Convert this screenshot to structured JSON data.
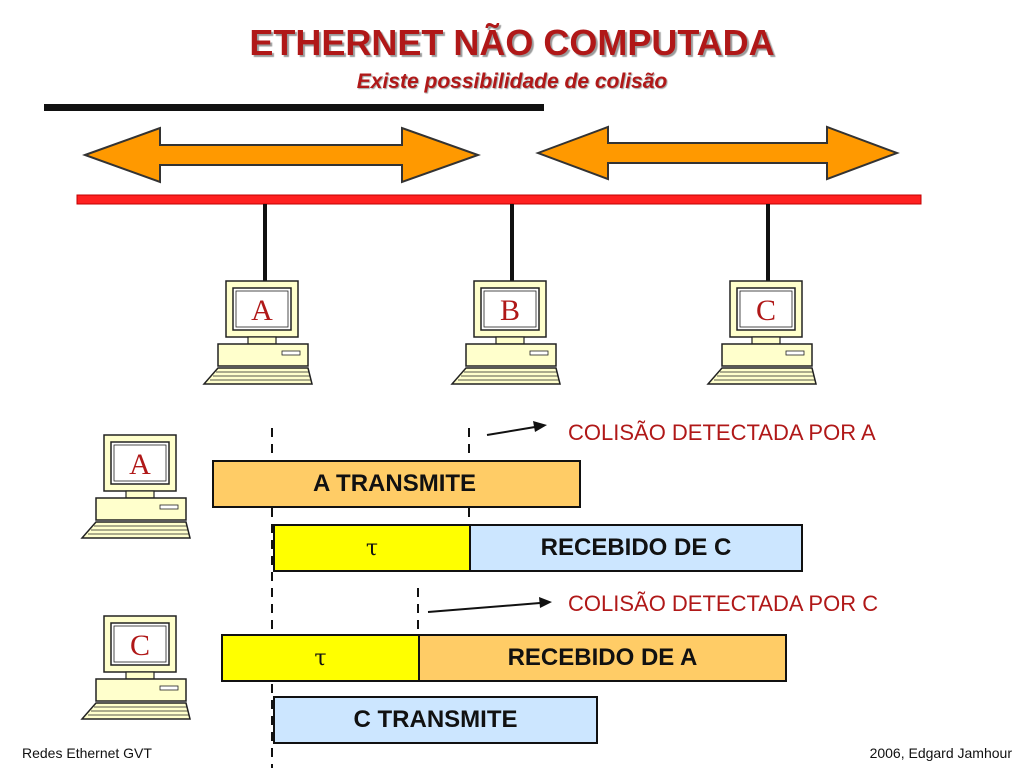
{
  "title": "ETHERNET NÃO COMPUTADA",
  "subtitle": "Existe possibilidade de colisão",
  "stations": [
    {
      "label": "A"
    },
    {
      "label": "B"
    },
    {
      "label": "C"
    }
  ],
  "timeline": {
    "station_a_label": "A",
    "station_c_label": "C",
    "a_transmit": "A TRANSMITE",
    "tau_a": "τ",
    "received_c": "RECEBIDO DE C",
    "collision_a": "COLISÃO DETECTADA POR A",
    "collision_c": "COLISÃO DETECTADA POR C",
    "tau_c": "τ",
    "received_a": "RECEBIDO DE A",
    "c_transmit": "C TRANSMITE"
  },
  "footer": {
    "left": "Redes Ethernet GVT",
    "right": "2006, Edgard Jamhour"
  },
  "colors": {
    "title": "#b01818",
    "bus": "#ff2020",
    "arrow_fill": "#ff9900",
    "bar_orange": "#ffcc66",
    "bar_yellow": "#ffff00",
    "bar_blue": "#cce6ff"
  }
}
